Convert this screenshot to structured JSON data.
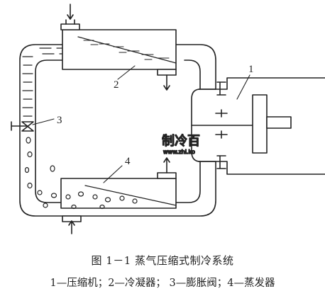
{
  "figure": {
    "callouts": [
      {
        "id": "1",
        "text": "1"
      },
      {
        "id": "2",
        "text": "2"
      },
      {
        "id": "3",
        "text": "3"
      },
      {
        "id": "4",
        "text": "4"
      }
    ],
    "watermark": {
      "main": "制冷百",
      "sub": "www.zhi.ko"
    }
  },
  "caption": {
    "title": "图 1－1   蒸气压缩式制冷系统",
    "legend": "1—压缩机；2—冷凝器；  3—膨胀阀；4—蒸发器"
  },
  "colors": {
    "ink": "#222222",
    "background": "#ffffff",
    "watermark": "#d8d8d8"
  }
}
